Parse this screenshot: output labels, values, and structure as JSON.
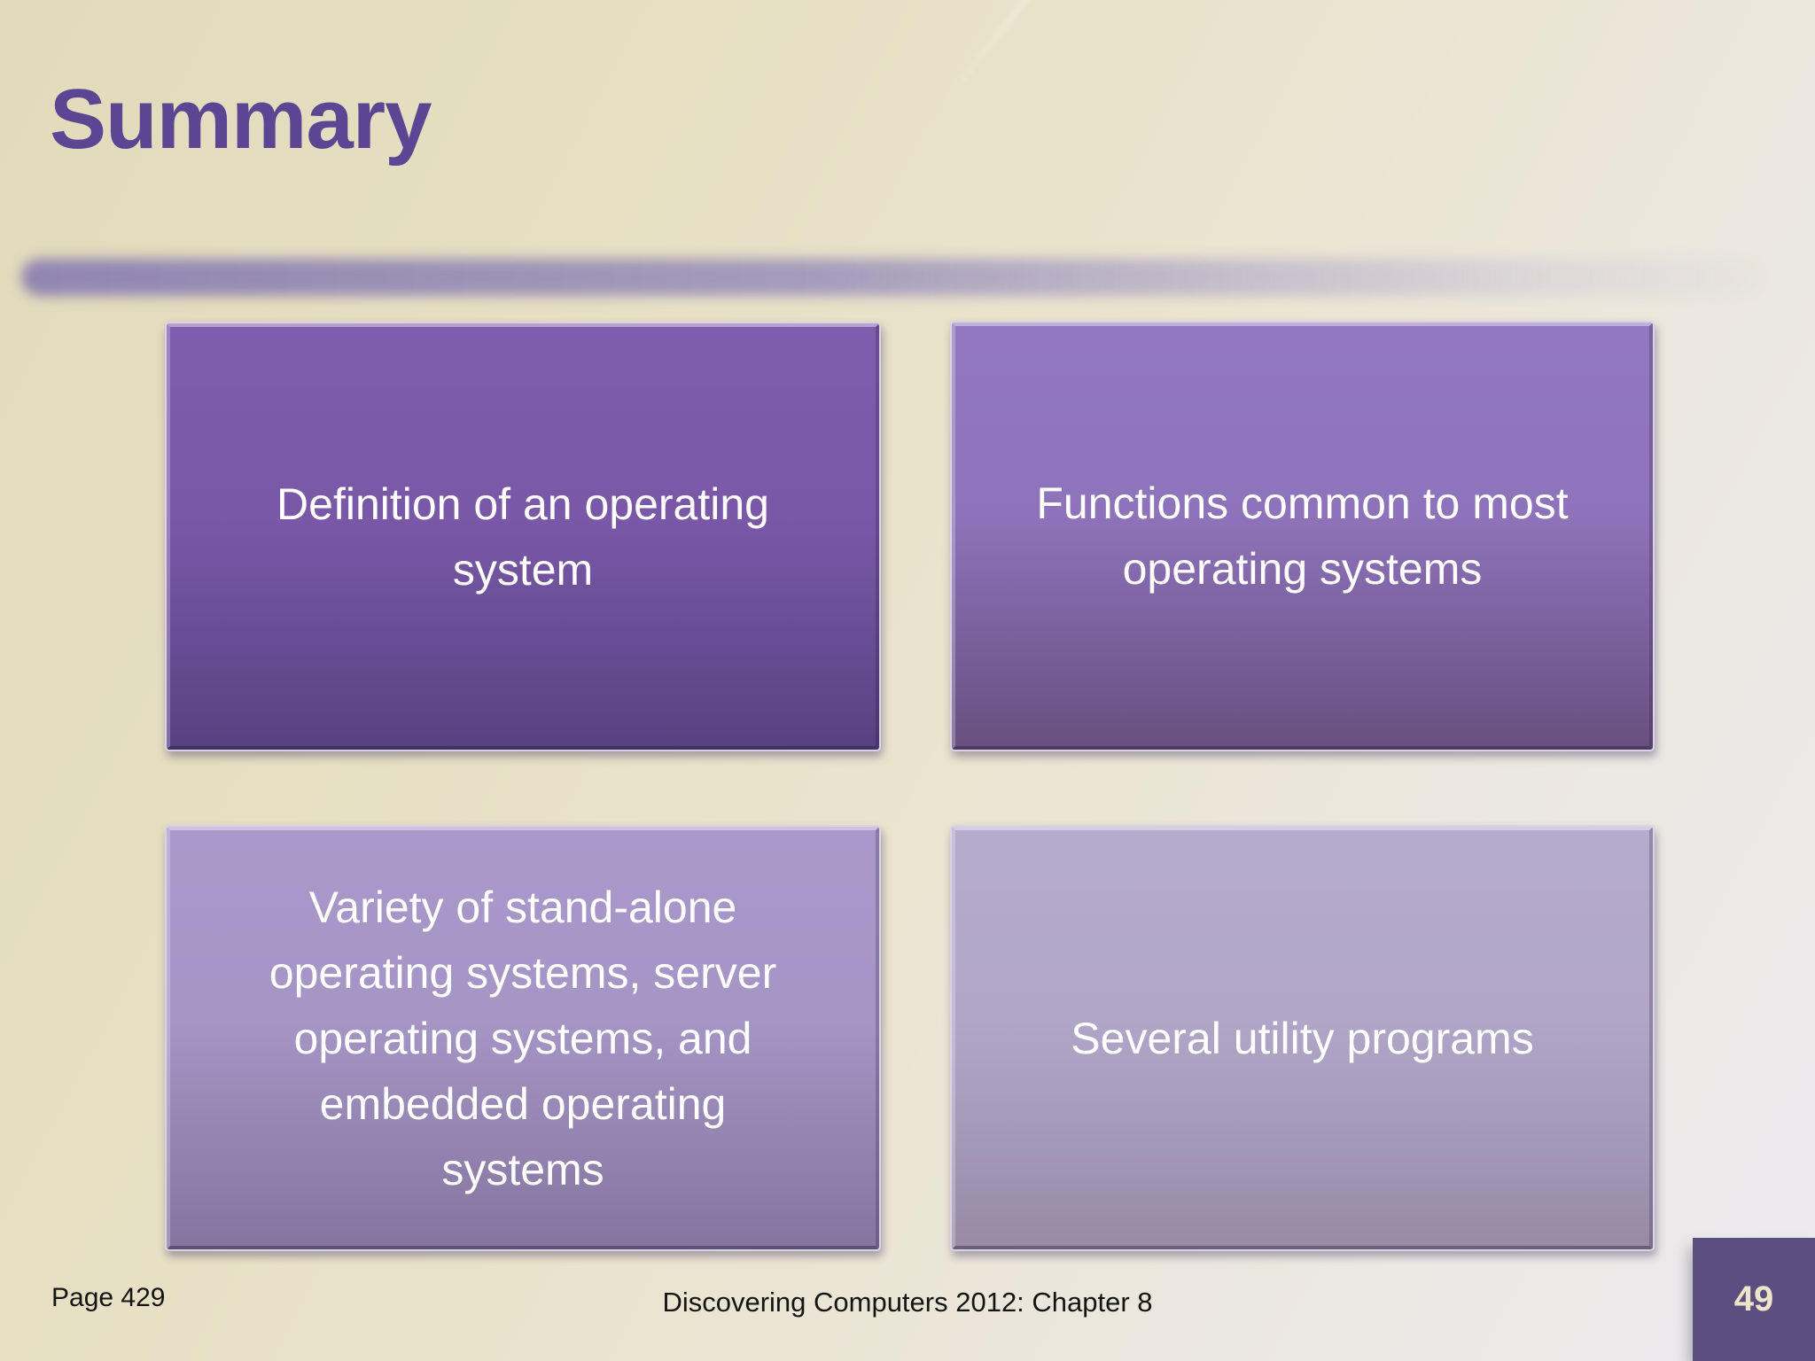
{
  "slide": {
    "title": "Summary",
    "boxes": [
      {
        "label": "Definition of an operating system"
      },
      {
        "label": "Functions common to most operating systems"
      },
      {
        "label": "Variety of stand-alone operating systems, server operating systems, and embedded operating systems"
      },
      {
        "label": "Several utility programs"
      }
    ],
    "footer": {
      "page_ref": "Page 429",
      "source": "Discovering Computers 2012: Chapter 8",
      "slide_number": "49"
    },
    "colors": {
      "title_text": "#5a4693",
      "box1_gradient_top": "#7e5dad",
      "box1_gradient_bottom": "#584180",
      "box2_gradient_top": "#8e73ba",
      "box2_gradient_bottom": "#69507f",
      "box3_gradient_top": "#a596c6",
      "box3_gradient_bottom": "#84759f",
      "box4_gradient_top": "#b1a6c8",
      "box4_gradient_bottom": "#968aa4",
      "box_text": "#ffffff",
      "divider_bar": "#8a7eb0",
      "slide_number_bg": "#5d4e80",
      "slide_number_text": "#ece5c9",
      "footer_text": "#141414",
      "background_top_left": "#e1dabb",
      "background_bottom_right": "#edeaf0"
    }
  }
}
